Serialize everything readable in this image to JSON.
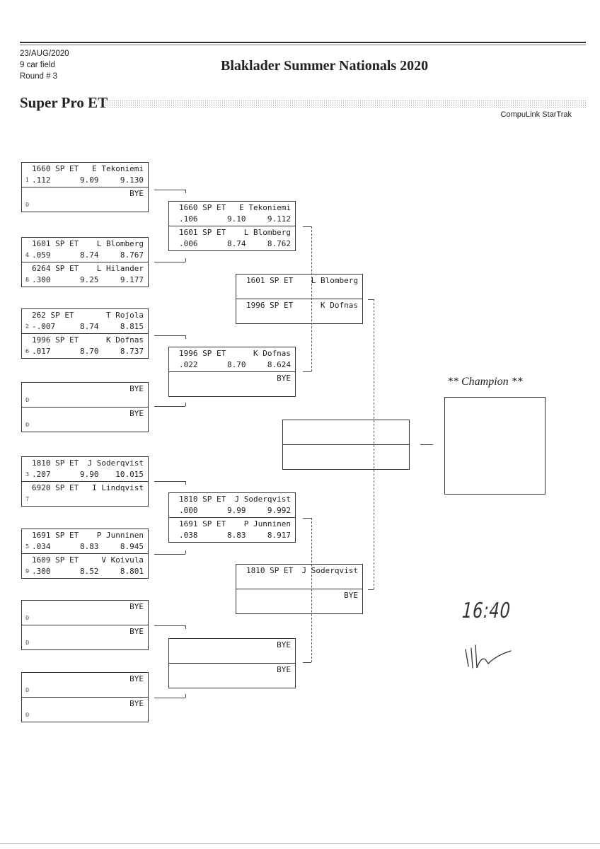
{
  "header": {
    "date": "23/AUG/2020",
    "field": "9 car field",
    "round": "Round # 3",
    "title": "Blaklader Summer Nationals 2020",
    "class_title": "Super Pro ET",
    "software": "CompuLink StarTrak"
  },
  "champion_label": "** Champion **",
  "handwriting": {
    "time": "16:40"
  },
  "bracket": {
    "round1": [
      [
        {
          "car": "1660 SP ET",
          "driver": "E Tekoniemi",
          "seed": "1",
          "rt": ".112",
          "dial": "9.09",
          "et": "9.130"
        },
        {
          "car": "",
          "driver": "BYE",
          "seed": "0",
          "rt": "",
          "dial": "",
          "et": ""
        }
      ],
      [
        {
          "car": "1601 SP ET",
          "driver": "L Blomberg",
          "seed": "4",
          "rt": ".059",
          "dial": "8.74",
          "et": "8.767"
        },
        {
          "car": "6264 SP ET",
          "driver": "L Hilander",
          "seed": "8",
          "rt": ".300",
          "dial": "9.25",
          "et": "9.177"
        }
      ],
      [
        {
          "car": "262 SP ET",
          "driver": "T Rojola",
          "seed": "2",
          "rt": "-.007",
          "dial": "8.74",
          "et": "8.815"
        },
        {
          "car": "1996 SP ET",
          "driver": "K Dofnas",
          "seed": "6",
          "rt": ".017",
          "dial": "8.70",
          "et": "8.737"
        }
      ],
      [
        {
          "car": "",
          "driver": "BYE",
          "seed": "0",
          "rt": "",
          "dial": "",
          "et": ""
        },
        {
          "car": "",
          "driver": "BYE",
          "seed": "0",
          "rt": "",
          "dial": "",
          "et": ""
        }
      ],
      [
        {
          "car": "1810 SP ET",
          "driver": "J Soderqvist",
          "seed": "3",
          "rt": ".207",
          "dial": "9.90",
          "et": "10.015"
        },
        {
          "car": "6920 SP ET",
          "driver": "I Lindqvist",
          "seed": "7",
          "rt": "",
          "dial": "",
          "et": ""
        }
      ],
      [
        {
          "car": "1691 SP ET",
          "driver": "P Junninen",
          "seed": "5",
          "rt": ".034",
          "dial": "8.83",
          "et": "8.945"
        },
        {
          "car": "1609 SP ET",
          "driver": "V Koivula",
          "seed": "9",
          "rt": ".300",
          "dial": "8.52",
          "et": "8.801"
        }
      ],
      [
        {
          "car": "",
          "driver": "BYE",
          "seed": "0",
          "rt": "",
          "dial": "",
          "et": ""
        },
        {
          "car": "",
          "driver": "BYE",
          "seed": "0",
          "rt": "",
          "dial": "",
          "et": ""
        }
      ],
      [
        {
          "car": "",
          "driver": "BYE",
          "seed": "0",
          "rt": "",
          "dial": "",
          "et": ""
        },
        {
          "car": "",
          "driver": "BYE",
          "seed": "0",
          "rt": "",
          "dial": "",
          "et": ""
        }
      ]
    ],
    "round2": [
      [
        {
          "car": "1660 SP ET",
          "driver": "E Tekoniemi",
          "rt": ".106",
          "dial": "9.10",
          "et": "9.112"
        },
        {
          "car": "1601 SP ET",
          "driver": "L Blomberg",
          "rt": ".006",
          "dial": "8.74",
          "et": "8.762"
        }
      ],
      [
        {
          "car": "1996 SP ET",
          "driver": "K Dofnas",
          "rt": ".022",
          "dial": "8.70",
          "et": "8.624"
        },
        {
          "car": "",
          "driver": "BYE",
          "rt": "",
          "dial": "",
          "et": ""
        }
      ],
      [
        {
          "car": "1810 SP ET",
          "driver": "J Soderqvist",
          "rt": ".000",
          "dial": "9.99",
          "et": "9.992"
        },
        {
          "car": "1691 SP ET",
          "driver": "P Junninen",
          "rt": ".038",
          "dial": "8.83",
          "et": "8.917"
        }
      ],
      [
        {
          "car": "",
          "driver": "BYE",
          "rt": "",
          "dial": "",
          "et": ""
        },
        {
          "car": "",
          "driver": "BYE",
          "rt": "",
          "dial": "",
          "et": ""
        }
      ]
    ],
    "round3": [
      [
        {
          "car": "1601 SP ET",
          "driver": "L Blomberg",
          "rt": "",
          "dial": "",
          "et": ""
        },
        {
          "car": "1996 SP ET",
          "driver": "K Dofnas",
          "rt": "",
          "dial": "",
          "et": ""
        }
      ],
      [
        {
          "car": "1810 SP ET",
          "driver": "J Soderqvist",
          "rt": "",
          "dial": "",
          "et": ""
        },
        {
          "car": "",
          "driver": "BYE",
          "rt": "",
          "dial": "",
          "et": ""
        }
      ]
    ],
    "round4": [
      [
        {
          "car": "",
          "driver": "",
          "rt": "",
          "dial": "",
          "et": ""
        },
        {
          "car": "",
          "driver": "",
          "rt": "",
          "dial": "",
          "et": ""
        }
      ]
    ]
  }
}
